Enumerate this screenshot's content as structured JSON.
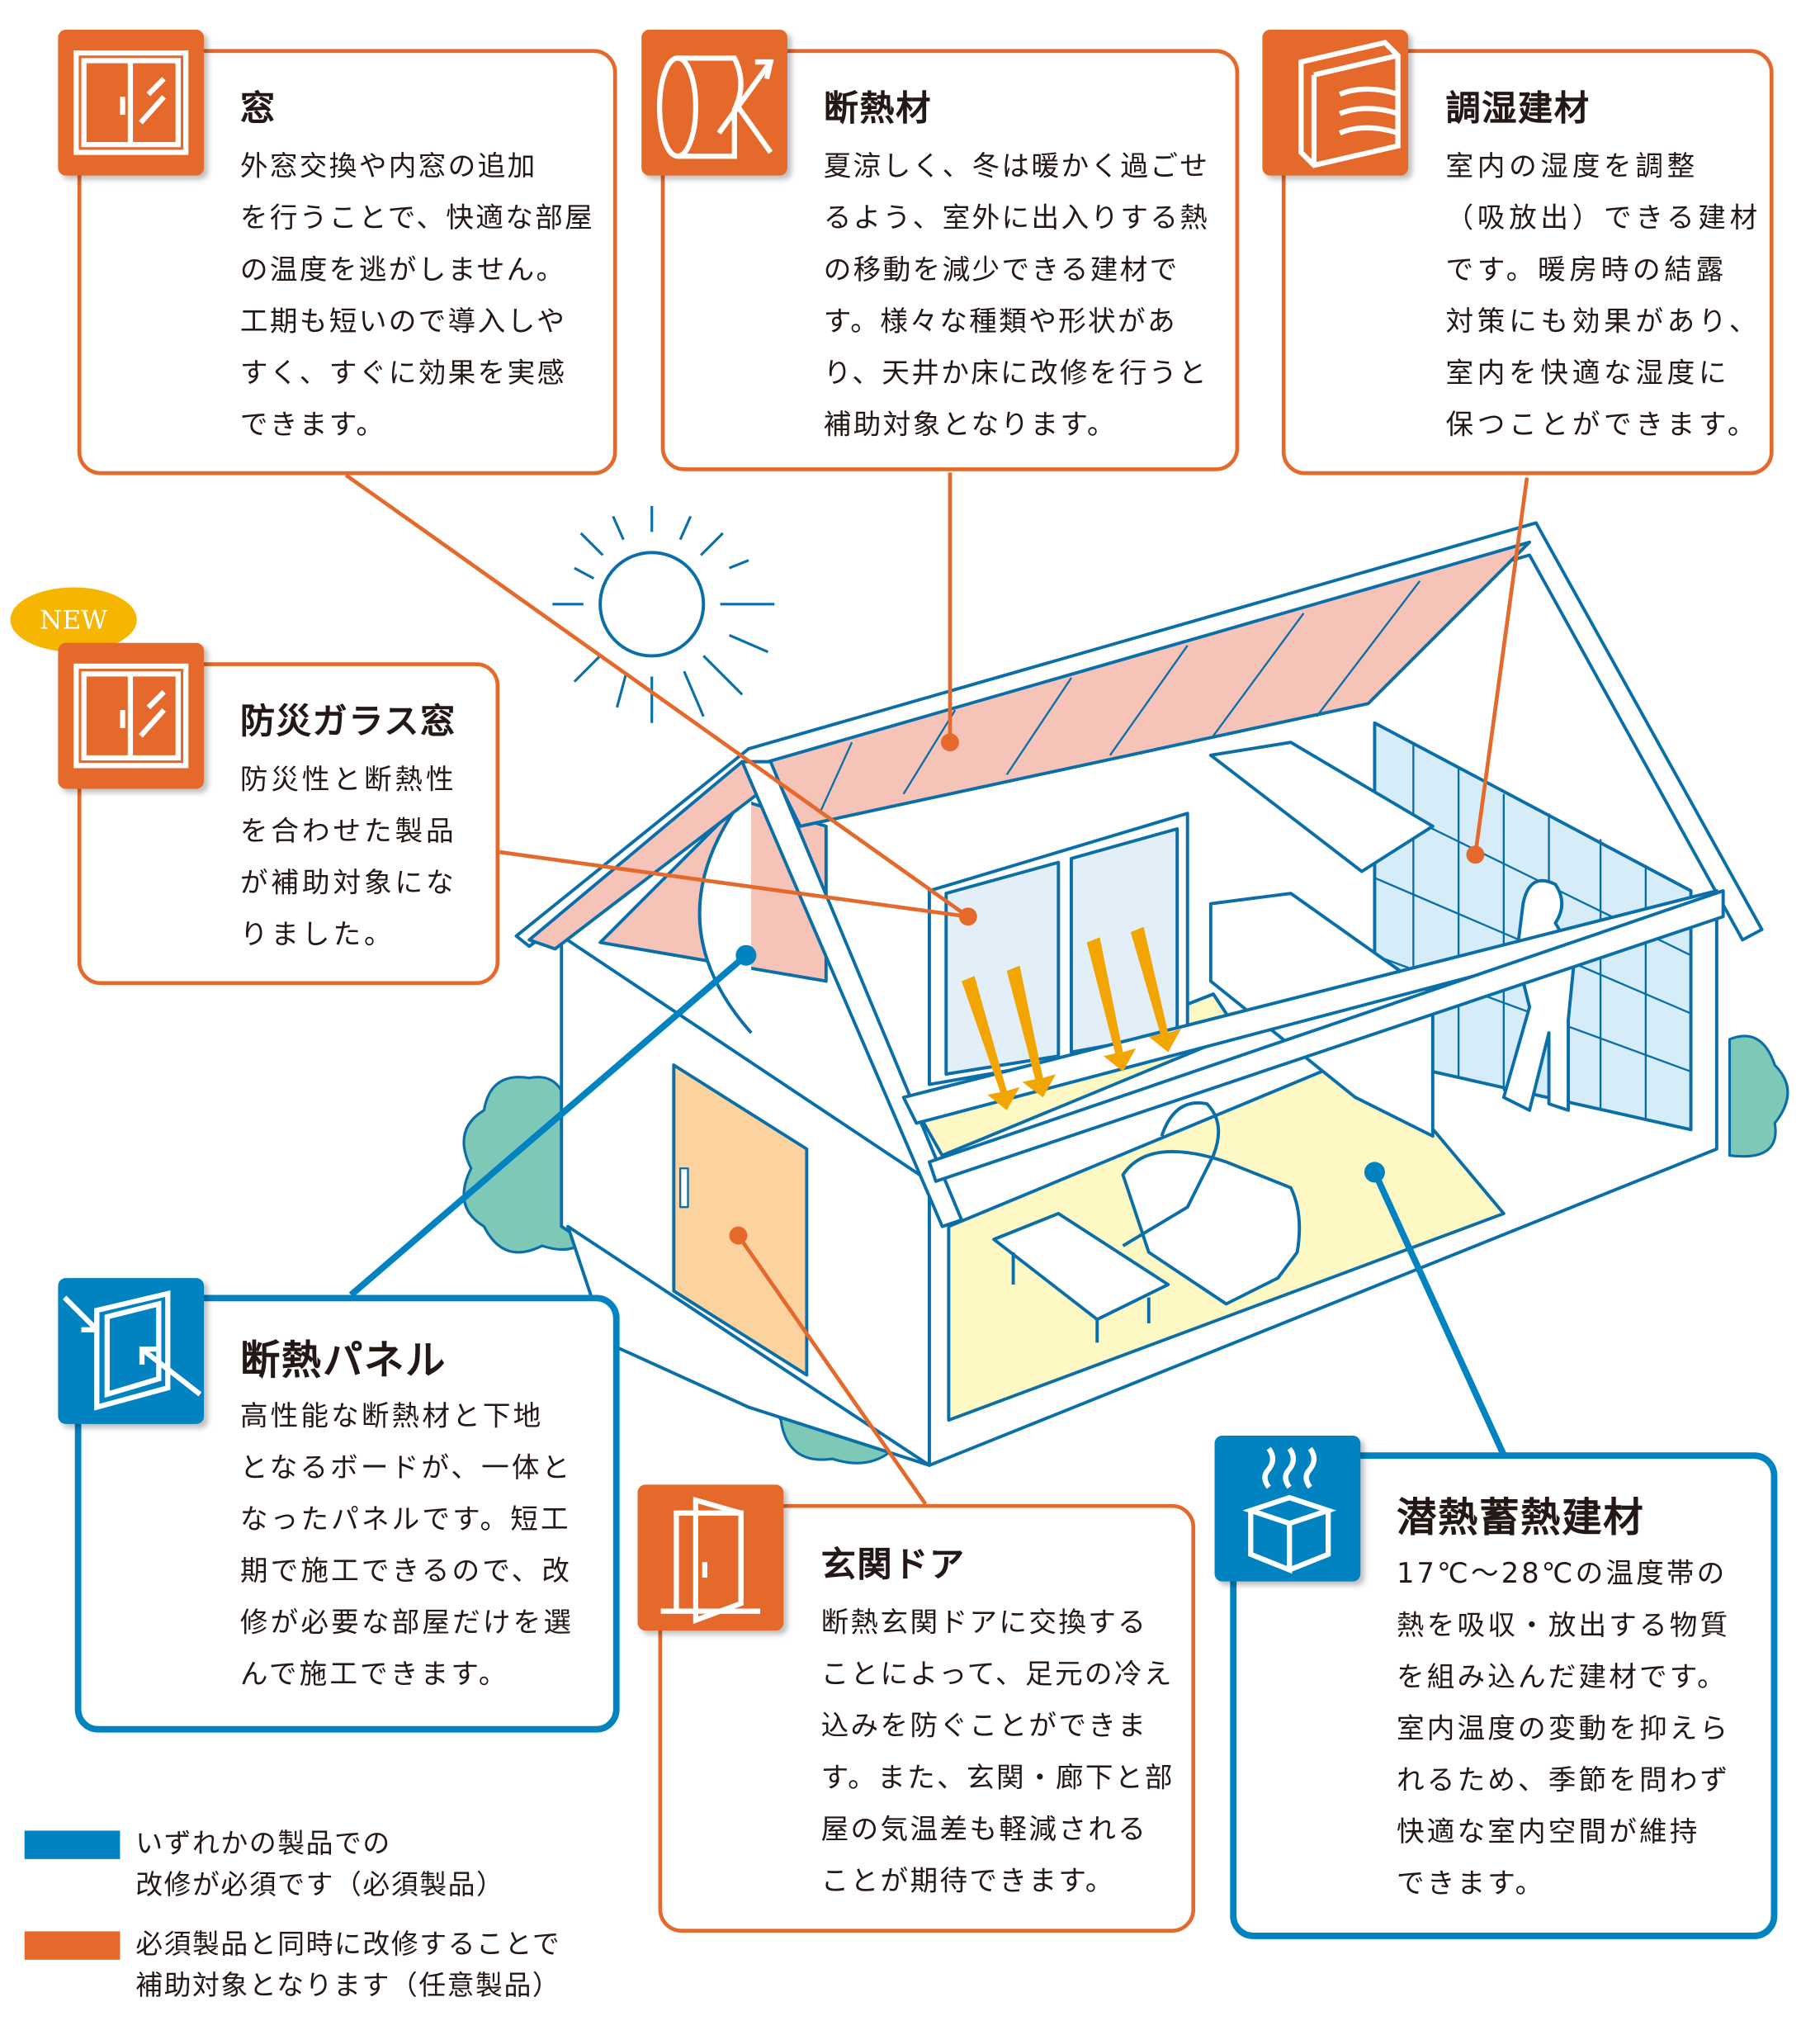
{
  "colors": {
    "required": "#0083c0",
    "optional": "#e4692a",
    "roof": "#f6c3b8",
    "floor": "#fdf8c4",
    "glass": "#d6ecf8",
    "door": "#fcd29f",
    "tree": "#7ec8b8"
  },
  "cards": {
    "window": {
      "title": "窓",
      "icon": "window-icon",
      "lines": [
        "外窓交換や内窓の追加",
        "を行うことで、快適な部屋",
        "の温度を逃がしません。",
        "工期も短いので導入しや",
        "すく、すぐに効果を実感",
        "できます。"
      ]
    },
    "insulation": {
      "title": "断熱材",
      "icon": "insulation-roll-icon",
      "lines": [
        "夏涼しく、冬は暖かく過ごせ",
        "るよう、室外に出入りする熱",
        "の移動を減少できる建材で",
        "す。様々な種類や形状があ",
        "り、天井か床に改修を行うと",
        "補助対象となります。"
      ]
    },
    "humidity": {
      "title": "調湿建材",
      "icon": "humidity-panel-icon",
      "lines": [
        "室内の湿度を調整",
        "（吸放出）できる建材",
        "です。暖房時の結露",
        "対策にも効果があり、",
        "室内を快適な湿度に",
        "保つことができます。"
      ]
    },
    "disaster_glass": {
      "badge": "NEW",
      "title": "防災ガラス窓",
      "icon": "window-icon",
      "lines": [
        "防災性と断熱性",
        "を合わせた製品",
        "が補助対象にな",
        "りました。"
      ]
    },
    "panel": {
      "title": "断熱パネル",
      "icon": "insulation-panel-icon",
      "lines": [
        "高性能な断熱材と下地",
        "となるボードが、一体と",
        "なったパネルです。短工",
        "期で施工できるので、改",
        "修が必要な部屋だけを選",
        "んで施工できます。"
      ]
    },
    "door": {
      "title": "玄関ドア",
      "icon": "door-icon",
      "lines": [
        "断熱玄関ドアに交換する",
        "ことによって、足元の冷え",
        "込みを防ぐことができま",
        "す。また、玄関・廊下と部",
        "屋の気温差も軽減される",
        "ことが期待できます。"
      ]
    },
    "latent": {
      "title": "潜熱蓄熱建材",
      "icon": "heat-storage-icon",
      "lines": [
        "17℃〜28℃の温度帯の",
        "熱を吸収・放出する物質",
        "を組み込んだ建材です。",
        "室内温度の変動を抑えら",
        "れるため、季節を問わず",
        "快適な室内空間が維持",
        "できます。"
      ]
    }
  },
  "legend": {
    "required": [
      "いずれかの製品での",
      "改修が必須です（必須製品）"
    ],
    "optional": [
      "必須製品と同時に改修することで",
      "補助対象となります（任意製品）"
    ]
  }
}
